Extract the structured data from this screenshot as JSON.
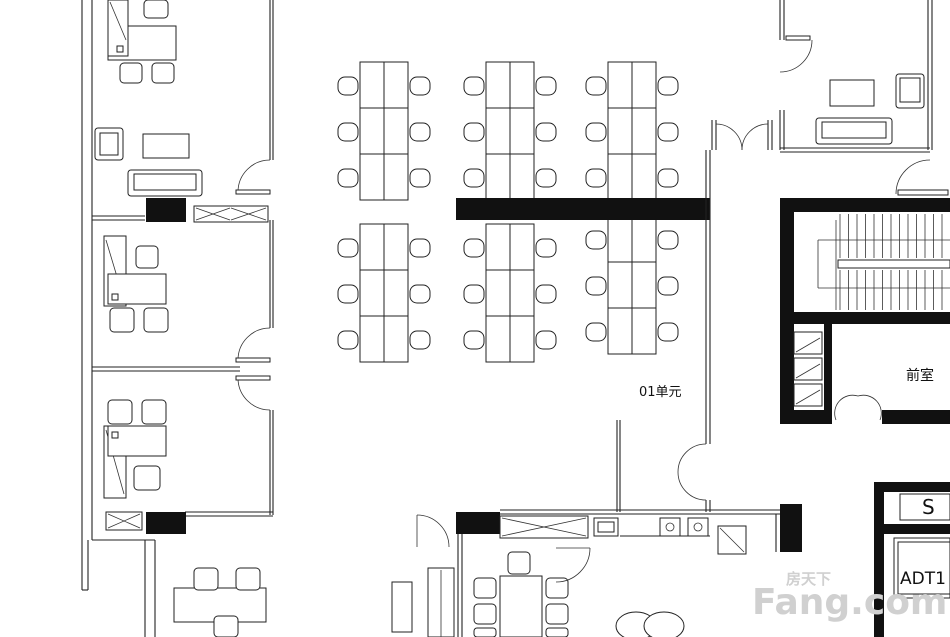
{
  "labels": {
    "unit": "01单元",
    "front_room": "前室",
    "elevator_tag": "ADT1",
    "stair_tag": "S"
  },
  "watermark": {
    "main": "Fang.com",
    "sub": "房天下"
  }
}
